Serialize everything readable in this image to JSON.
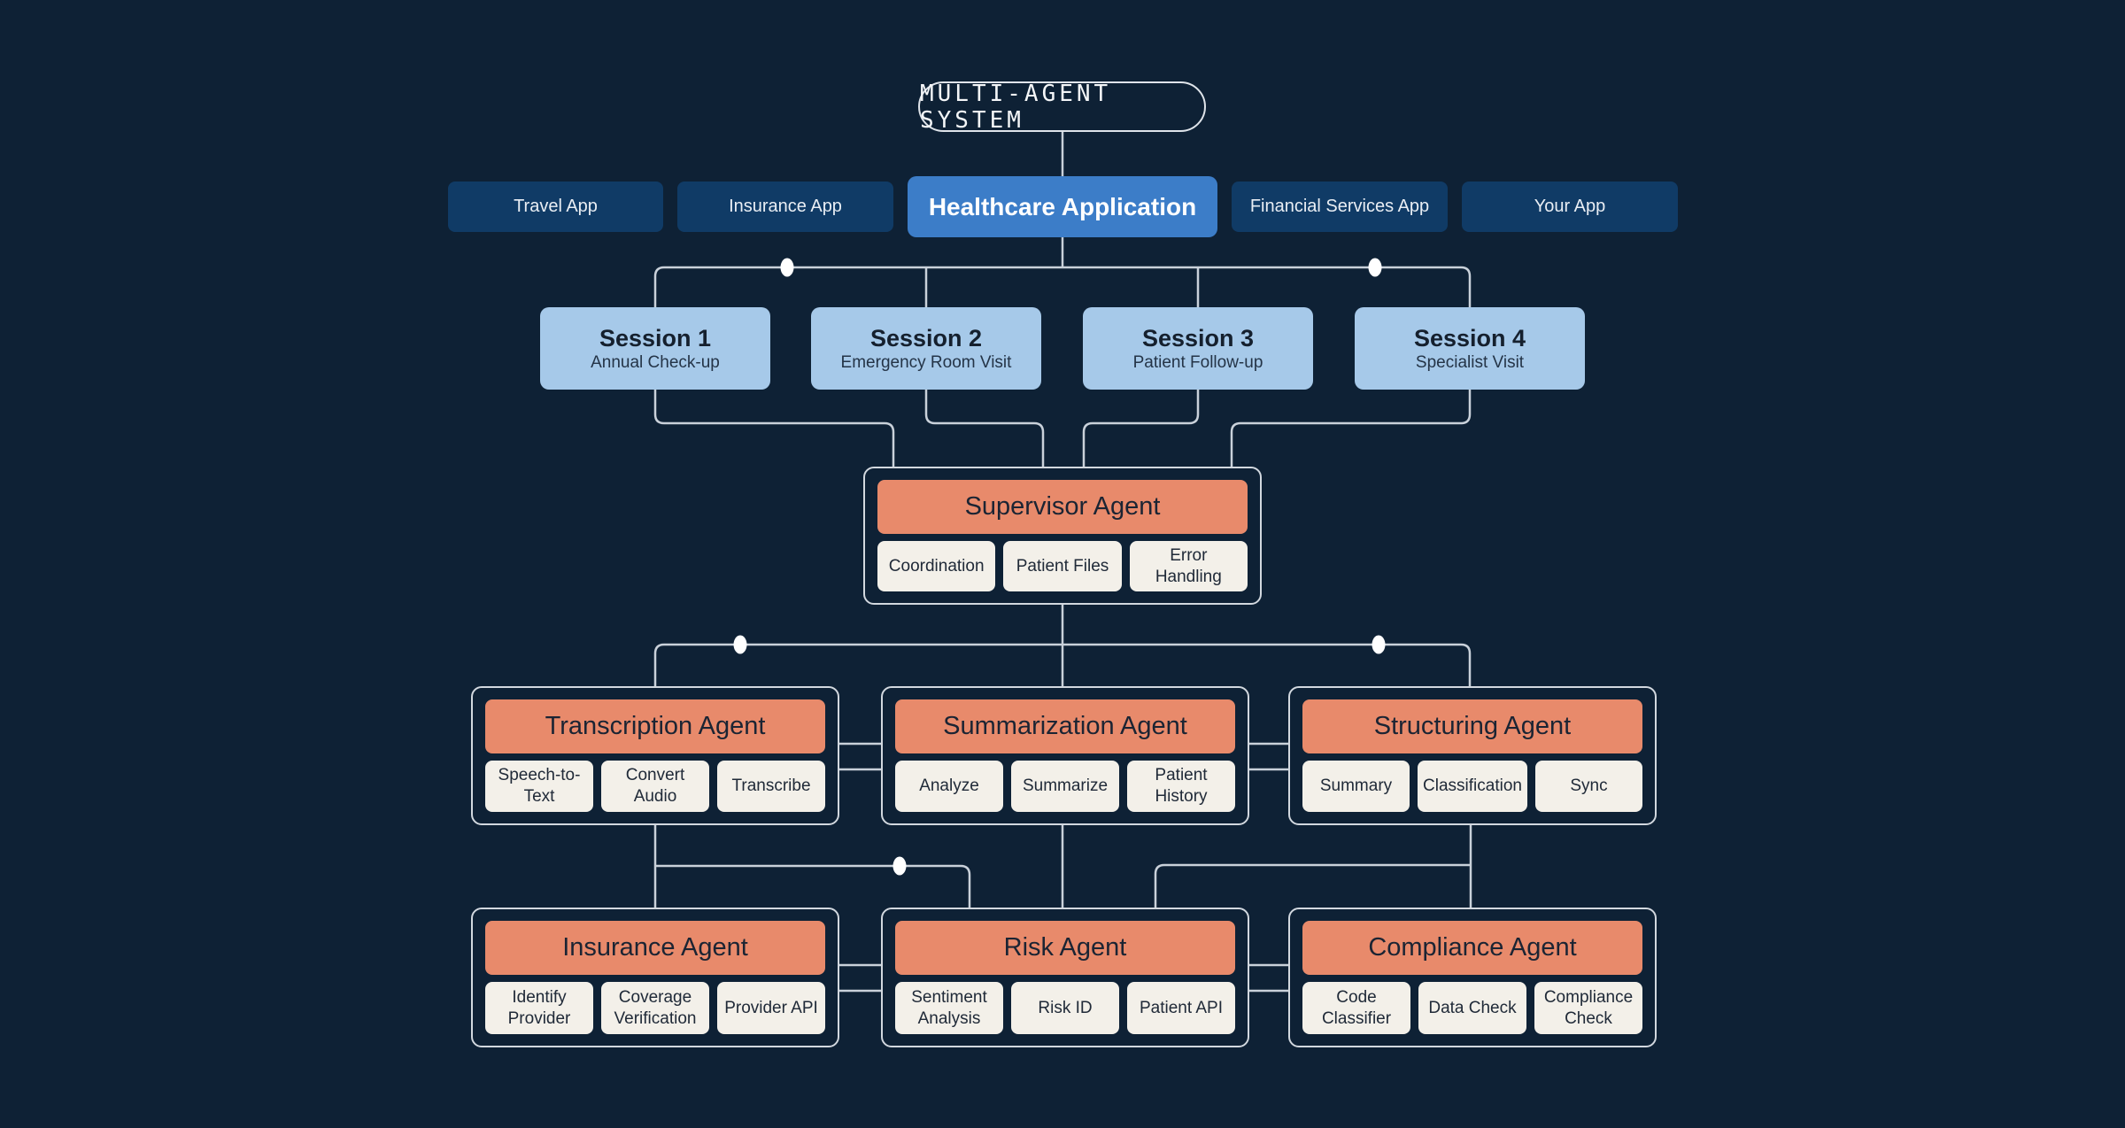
{
  "title": "MULTI-AGENT SYSTEM",
  "apps": [
    {
      "label": "Travel App"
    },
    {
      "label": "Insurance App"
    },
    {
      "label": "Healthcare Application",
      "active": true
    },
    {
      "label": "Financial Services App"
    },
    {
      "label": "Your App"
    }
  ],
  "sessions": [
    {
      "title": "Session 1",
      "subtitle": "Annual Check-up"
    },
    {
      "title": "Session 2",
      "subtitle": "Emergency Room Visit"
    },
    {
      "title": "Session 3",
      "subtitle": "Patient Follow-up"
    },
    {
      "title": "Session 4",
      "subtitle": "Specialist Visit"
    }
  ],
  "supervisor": {
    "title": "Supervisor Agent",
    "tags": [
      "Coordination",
      "Patient Files",
      "Error Handling"
    ]
  },
  "middle_agents": [
    {
      "title": "Transcription Agent",
      "tags": [
        "Speech-to-Text",
        "Convert Audio",
        "Transcribe"
      ]
    },
    {
      "title": "Summarization Agent",
      "tags": [
        "Analyze",
        "Summarize",
        "Patient History"
      ]
    },
    {
      "title": "Structuring Agent",
      "tags": [
        "Summary",
        "Classification",
        "Sync"
      ]
    }
  ],
  "bottom_agents": [
    {
      "title": "Insurance Agent",
      "tags": [
        "Identify Provider",
        "Coverage Verification",
        "Provider API"
      ]
    },
    {
      "title": "Risk Agent",
      "tags": [
        "Sentiment Analysis",
        "Risk ID",
        "Patient API"
      ]
    },
    {
      "title": "Compliance Agent",
      "tags": [
        "Code Classifier",
        "Data Check",
        "Compliance Check"
      ]
    }
  ],
  "colors": {
    "background": "#0e2135",
    "app_box": "#103b66",
    "app_active": "#3c7dc8",
    "session": "#a6c9e9",
    "agent_header": "#e88a6b",
    "tag": "#f3f0e9",
    "wire": "#c9d1da"
  }
}
